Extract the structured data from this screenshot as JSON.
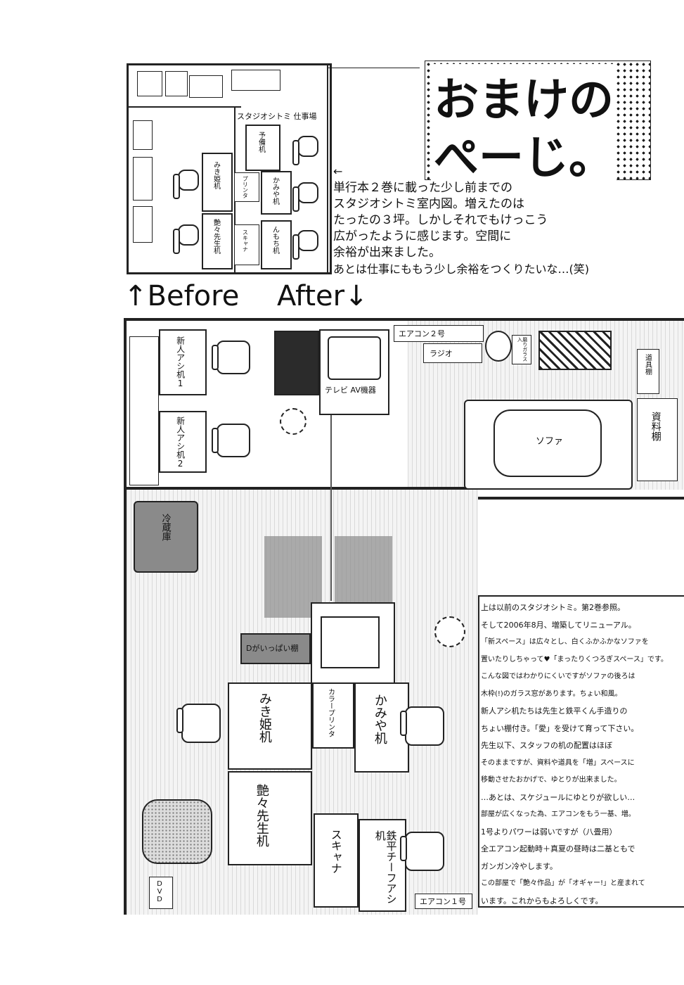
{
  "title": {
    "line1": "おまけの",
    "line2": "ぺーじ。"
  },
  "before_after": {
    "before": "↑Before",
    "after": "After↓"
  },
  "arrow_left": "←",
  "intro_lines": [
    "単行本２巻に載った少し前までの",
    "スタジオシトミ室内図。増えたのは",
    "たったの３坪。しかしそれでもけっこう",
    "広がったように感じます。空間に",
    "余裕が出来ました。",
    "あとは仕事にももう少し余裕をつくりたいな…(笑)"
  ],
  "before_map": {
    "studio_label": "スタジオシトミ 仕事場",
    "desks": [
      "予備机",
      "みき姫机",
      "かみや机",
      "艶々先生机",
      "んもち机"
    ],
    "small_labels": [
      "プリンタ",
      "スキャナ"
    ]
  },
  "after_map": {
    "aircon2": "エアコン２号",
    "aircon1": "エアコン１号",
    "radio": "ラジオ",
    "glass": "磨りガラス入",
    "tool_shelf": "道具棚",
    "doc_shelf": "資料棚",
    "sofa": "ソファ",
    "tv": "テレビ AV機器",
    "newbie1": "新人アシ机1",
    "newbie2": "新人アシ机2",
    "fridge": "冷蔵庫",
    "dshelf": "Dがいっぱい棚",
    "miki": "みき姫机",
    "kamiya": "かみや机",
    "printer": "カラープリンタ",
    "tsuya": "艶々先生机",
    "scanner": "スキャナ",
    "teppei": "鉄平チーフアシ机",
    "dvd": "DVD"
  },
  "notes": [
    "上は以前のスタジオシトミ。第2巻参照。",
    "そして2006年8月、増築してリニューアル。",
    "「新スペース」は広々とし、白くふかふかなソファを",
    "置いたりしちゃって♥「まったりくつろぎスペース」です。",
    "こんな図ではわかりにくいですがソファの後ろは",
    "木枠(!)のガラス窓があります。ちょい和風。",
    "新人アシ机たちは先生と鉄平くん手造りの",
    "ちょい棚付き。「愛」を受けて育って下さい。",
    "先生以下、スタッフの机の配置はほぼ",
    "そのままですが、資料や道具を「増」スペースに",
    "移動させたおかげで、ゆとりが出来ました。",
    "…あとは、スケジュールにゆとりが欲しい…",
    "部屋が広くなった為、エアコンをもう一基、増。",
    "1号よりパワーは弱いですが（八畳用）",
    "全エアコン起動時＋真夏の昼時は二基ともで",
    "ガンガン冷やします。",
    "この部屋で「艶々作品」が「オギャー!」と産まれて",
    "います。これからもよろしくです。"
  ]
}
